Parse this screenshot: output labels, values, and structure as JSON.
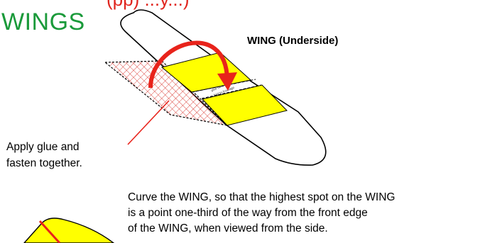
{
  "header": {
    "clipped_top_text": "(pp) ...y...)",
    "title": "WINGS"
  },
  "wing": {
    "label": "WING (Underside)",
    "tiny_text_line1": "glue here",
    "tiny_text_line2": "fold to fuselage"
  },
  "notes": {
    "glue_line1": "Apply glue and",
    "glue_line2": "fasten together.",
    "curve_line1": "Curve the WING, so that the highest spot on the WING",
    "curve_line2": "is a point one-third of the way from the front edge",
    "curve_line3": "of the WING, when viewed from the side."
  },
  "colors": {
    "title_green": "#1a9a3a",
    "accent_red": "#e8231b",
    "yellow": "#ffff00",
    "hatch_red": "#d8322a"
  }
}
